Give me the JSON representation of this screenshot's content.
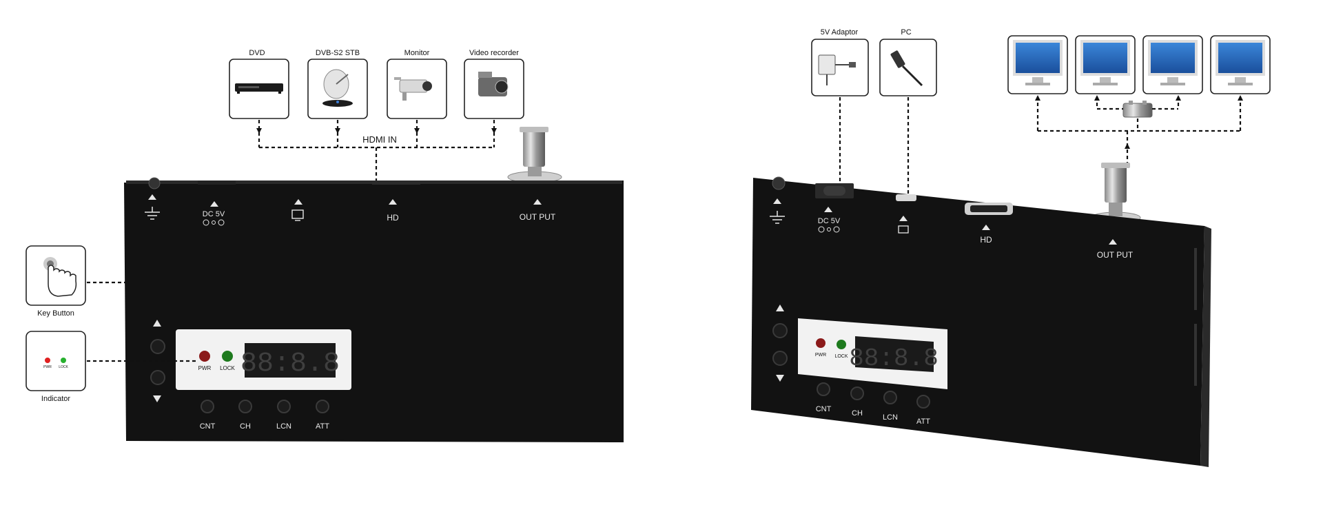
{
  "left_diagram": {
    "sources": [
      {
        "label": "DVD",
        "icon": "dvd-player-icon"
      },
      {
        "label": "DVB-S2 STB",
        "icon": "satellite-stb-icon"
      },
      {
        "label": "Monitor",
        "icon": "cctv-camera-icon"
      },
      {
        "label": "Video recorder",
        "icon": "camcorder-icon"
      }
    ],
    "hdmi_in_label": "HDMI IN",
    "callouts": [
      {
        "label": "Key Button",
        "icon": "hand-pointer-icon"
      },
      {
        "label": "Indicator",
        "icon": "led-indicator-icon",
        "mini": [
          "PWR",
          "LOCK"
        ]
      }
    ],
    "device": {
      "ports": [
        "DC 5V",
        "HD",
        "OUT PUT"
      ],
      "display": "88:8.8",
      "leds": [
        "PWR",
        "LOCK"
      ],
      "buttons": [
        "CNT",
        "CH",
        "LCN",
        "ATT"
      ]
    }
  },
  "right_diagram": {
    "inputs": [
      {
        "label": "5V Adaptor",
        "icon": "power-adapter-icon"
      },
      {
        "label": "PC",
        "icon": "usb-cable-icon"
      }
    ],
    "monitor_count": 4,
    "device": {
      "ports": [
        "DC 5V",
        "HD",
        "OUT PUT"
      ],
      "display": "88:8.8",
      "leds": [
        "PWR",
        "LOCK"
      ],
      "buttons": [
        "CNT",
        "CH",
        "LCN",
        "ATT"
      ]
    }
  },
  "colors": {
    "chassis": "#111111",
    "panel": "#f2f2f2",
    "led_red": "#e02020",
    "led_green": "#27b02e",
    "line": "#111111"
  }
}
